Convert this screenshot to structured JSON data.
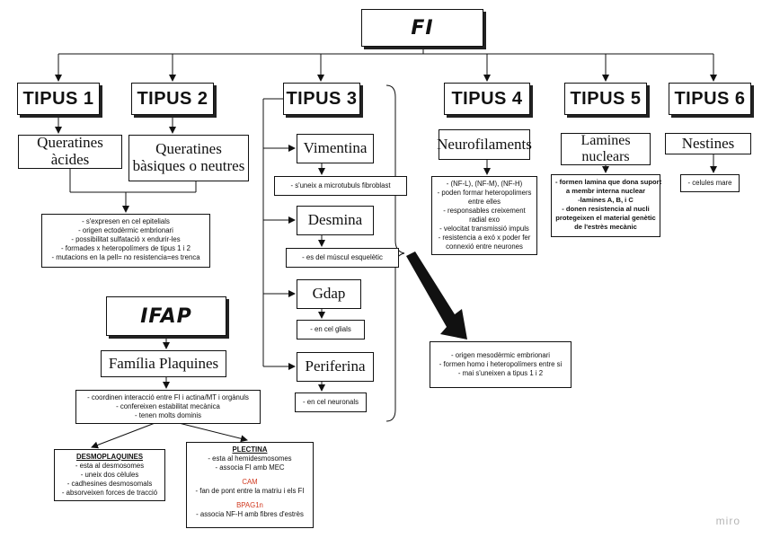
{
  "root": {
    "title": "FI"
  },
  "ifap": {
    "title": "IFAP"
  },
  "tipus": [
    {
      "label": "TIPUS 1",
      "sub": "Queratines àcides"
    },
    {
      "label": "TIPUS 2",
      "sub": "Queratines bàsiques o neutres"
    },
    {
      "label": "TIPUS 3"
    },
    {
      "label": "TIPUS 4",
      "sub": "Neurofilaments"
    },
    {
      "label": "TIPUS 5",
      "sub": "Lamines nuclears"
    },
    {
      "label": "TIPUS 6",
      "sub": "Nestines"
    }
  ],
  "queratines_notes": [
    "- s'expresen en cel epitelials",
    "- origen ectodèrmic embrionari",
    "- possibilitat sulfatació x endurir-les",
    "- formades x heteropolímers de tipus 1 i 2",
    "- mutacions en la pell= no resistencia=es trenca"
  ],
  "tipus3_items": [
    {
      "label": "Vimentina",
      "note": "- s'uneix a microtubuls fibroblast"
    },
    {
      "label": "Desmina",
      "note": "- es del múscul esquelètic"
    },
    {
      "label": "Gdap",
      "note": "- en cel glials"
    },
    {
      "label": "Periferina",
      "note": "- en cel neuronals"
    }
  ],
  "tipus3_summary": [
    "- origen mesodèrmic embrionari",
    "- formen homo i heteropolímers entre si",
    "- mai s'uneixen a tipus 1 i 2"
  ],
  "neuro_notes": [
    "- (NF-L), (NF-M), (NF-H)",
    "- poden formar heteropolimers",
    "entre elles",
    "- responsables creixement",
    "radial exo",
    "- velocitat transmissió impuls",
    "- resistencia a exó x poder fer",
    "connexió entre neurones"
  ],
  "lamines_notes": [
    "- formen lamina que dona suport",
    "a membr interna nuclear",
    "-lamines A, B, i C",
    "- donen resistencia al nucli",
    "protegeixen el material genètic",
    "de l'estrès mecànic"
  ],
  "nestines_notes": [
    "- celules mare"
  ],
  "plaquines": {
    "label": "Família Plaquines",
    "notes": [
      "- coordinen interacció entre FI i actina/MT i orgànuls",
      "- confereixen estabilitat mecànica",
      "- tenen molts dominis"
    ]
  },
  "desmoplaquines": {
    "title": "DESMOPLAQUINES",
    "lines": [
      "- esta al desmosomes",
      "- uneix dos cèlules",
      "- cadhesines desmosomals",
      "- absorveixen forces de tracció"
    ]
  },
  "plectina": {
    "title": "PLECTINA",
    "lines": [
      "- esta al hemidesmosomes",
      "- associa FI amb MEC"
    ],
    "cam_title": "CAM",
    "cam_lines": [
      "- fan de pont entre la matriu i els FI"
    ],
    "bpag_title": "BPAG1n",
    "bpag_lines": [
      "- associa NF-H amb fibres d'estrès"
    ]
  },
  "watermark": "miro"
}
